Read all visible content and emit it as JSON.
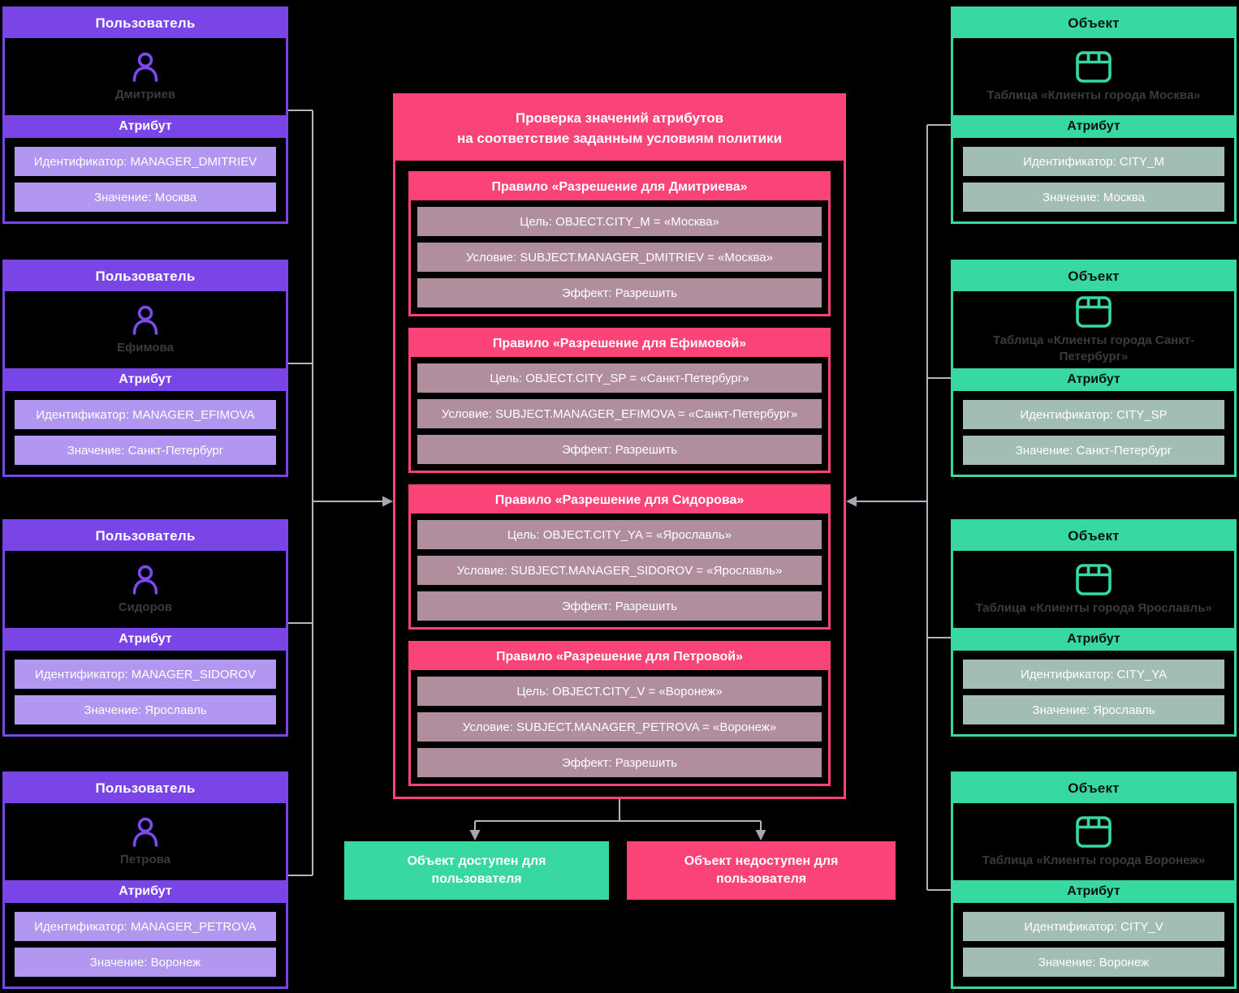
{
  "labels": {
    "user": "Пользователь",
    "object": "Объект",
    "attribute": "Атрибут"
  },
  "users": [
    {
      "name": "Дмитриев",
      "identifier": "Идентификатор: MANAGER_DMITRIEV",
      "value": "Значение: Москва"
    },
    {
      "name": "Ефимова",
      "identifier": "Идентификатор: MANAGER_EFIMOVA",
      "value": "Значение: Санкт-Петербург"
    },
    {
      "name": "Сидоров",
      "identifier": "Идентификатор: MANAGER_SIDOROV",
      "value": "Значение: Ярославль"
    },
    {
      "name": "Петрова",
      "identifier": "Идентификатор: MANAGER_PETROVA",
      "value": "Значение: Воронеж"
    }
  ],
  "objects": [
    {
      "name": "Таблица «Клиенты города Москва»",
      "identifier": "Идентификатор: CITY_M",
      "value": "Значение: Москва"
    },
    {
      "name": "Таблица «Клиенты города Санкт-Петербург»",
      "identifier": "Идентификатор: CITY_SP",
      "value": "Значение: Санкт-Петербург"
    },
    {
      "name": "Таблица «Клиенты города Ярославль»",
      "identifier": "Идентификатор: CITY_YA",
      "value": "Значение: Ярославль"
    },
    {
      "name": "Таблица «Клиенты города Воронеж»",
      "identifier": "Идентификатор: CITY_V",
      "value": "Значение: Воронеж"
    }
  ],
  "policy": {
    "title_line1": "Проверка значений атрибутов",
    "title_line2": "на соответствие заданным условиям политики",
    "rules": [
      {
        "title": "Правило «Разрешение для Дмитриева»",
        "target": "Цель: OBJECT.CITY_M = «Москва»",
        "condition": "Условие: SUBJECT.MANAGER_DMITRIEV = «Москва»",
        "effect": "Эффект: Разрешить"
      },
      {
        "title": "Правило «Разрешение для Ефимовой»",
        "target": "Цель: OBJECT.CITY_SP = «Санкт-Петербург»",
        "condition": "Условие: SUBJECT.MANAGER_EFIMOVA = «Санкт-Петербург»",
        "effect": "Эффект: Разрешить"
      },
      {
        "title": "Правило «Разрешение для Сидорова»",
        "target": "Цель: OBJECT.CITY_YA = «Ярославль»",
        "condition": "Условие: SUBJECT.MANAGER_SIDOROV = «Ярославль»",
        "effect": "Эффект: Разрешить"
      },
      {
        "title": "Правило «Разрешение для Петровой»",
        "target": "Цель: OBJECT.CITY_V = «Воронеж»",
        "condition": "Условие: SUBJECT.MANAGER_PETROVA = «Воронеж»",
        "effect": "Эффект: Разрешить"
      }
    ]
  },
  "outcomes": {
    "allow": "Объект доступен для пользователя",
    "deny": "Объект недоступен для пользователя"
  },
  "icons": {
    "user": "user-icon",
    "object": "table-icon"
  },
  "colors": {
    "background": "#000000",
    "purple": "#7a45e6",
    "purple_light": "#b197ef",
    "purple_icon": "#7c4af0",
    "green": "#38d9a0",
    "green_gray": "#a2beb4",
    "pink": "#fa4377",
    "pink_gray": "#b18e9d",
    "connector": "#b6b2bf"
  }
}
